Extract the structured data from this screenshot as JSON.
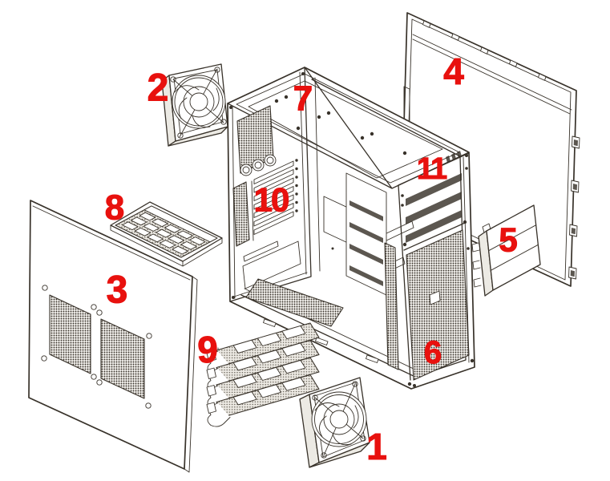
{
  "diagram": {
    "kind": "exploded-parts-diagram",
    "labels": [
      {
        "text": "1"
      },
      {
        "text": "2"
      },
      {
        "text": "3"
      },
      {
        "text": "4"
      },
      {
        "text": "5"
      },
      {
        "text": "6"
      },
      {
        "text": "7"
      },
      {
        "text": "8"
      },
      {
        "text": "9"
      },
      {
        "text": "10"
      },
      {
        "text": "11"
      }
    ]
  },
  "colors": {
    "label": "#e8110e",
    "line": "#38322a",
    "paper": "#ffffff"
  }
}
